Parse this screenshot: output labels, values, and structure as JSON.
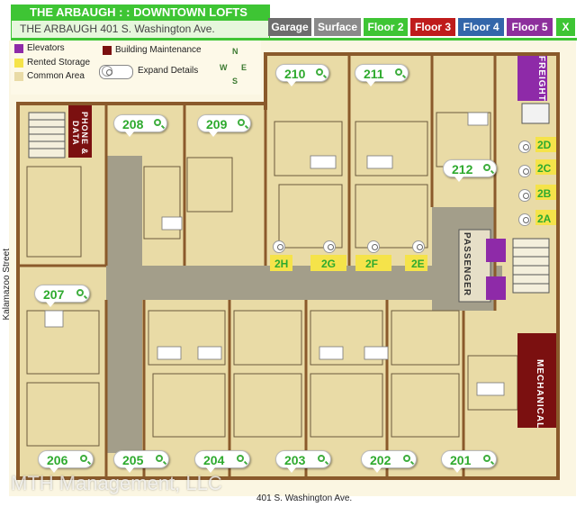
{
  "header": {
    "title": "THE ARBAUGH : : DOWNTOWN LOFTS",
    "subtitle": "THE ARBAUGH 401 S. Washington Ave."
  },
  "tabs": [
    {
      "label": "Garage",
      "color": "#6d6d6d"
    },
    {
      "label": "Surface",
      "color": "#8a8a8a"
    },
    {
      "label": "Floor 2",
      "color": "#3ec534",
      "active": true
    },
    {
      "label": "Floor 3",
      "color": "#bf1b1b"
    },
    {
      "label": "Floor 4",
      "color": "#3366aa"
    },
    {
      "label": "Floor 5",
      "color": "#8d2f9c"
    },
    {
      "label": "X",
      "color": "#3ec534"
    }
  ],
  "legend": {
    "elevators": "Elevators",
    "building_maintenance": "Building Maintenance",
    "rented_storage": "Rented Storage",
    "common_area": "Common Area",
    "expand_details": "Expand Details",
    "colors": {
      "elevators": "#8e2aa8",
      "building_maintenance": "#7b1010",
      "rented_storage": "#f5e34a",
      "common_area": "#e9dba6"
    }
  },
  "compass": {
    "n": "N",
    "e": "E",
    "s": "S",
    "w": "W"
  },
  "units": [
    {
      "id": "207",
      "label": "207"
    },
    {
      "id": "208",
      "label": "208"
    },
    {
      "id": "209",
      "label": "209"
    },
    {
      "id": "210",
      "label": "210"
    },
    {
      "id": "211",
      "label": "211"
    },
    {
      "id": "212",
      "label": "212"
    },
    {
      "id": "206",
      "label": "206"
    },
    {
      "id": "205",
      "label": "205"
    },
    {
      "id": "204",
      "label": "204"
    },
    {
      "id": "203",
      "label": "203"
    },
    {
      "id": "202",
      "label": "202"
    },
    {
      "id": "201",
      "label": "201"
    }
  ],
  "storage": [
    "2H",
    "2G",
    "2F",
    "2E",
    "2D",
    "2C",
    "2B",
    "2A"
  ],
  "rooms": {
    "phone_data": "PHONE & DATA",
    "freight": "FREIGHT",
    "passenger": "PASSENGER",
    "mechanical": "MECHANICAL"
  },
  "streets": {
    "bottom": "401 S. Washington Ave.",
    "left": "Kalamazoo Street"
  },
  "watermark": "MTH Management, LLC"
}
